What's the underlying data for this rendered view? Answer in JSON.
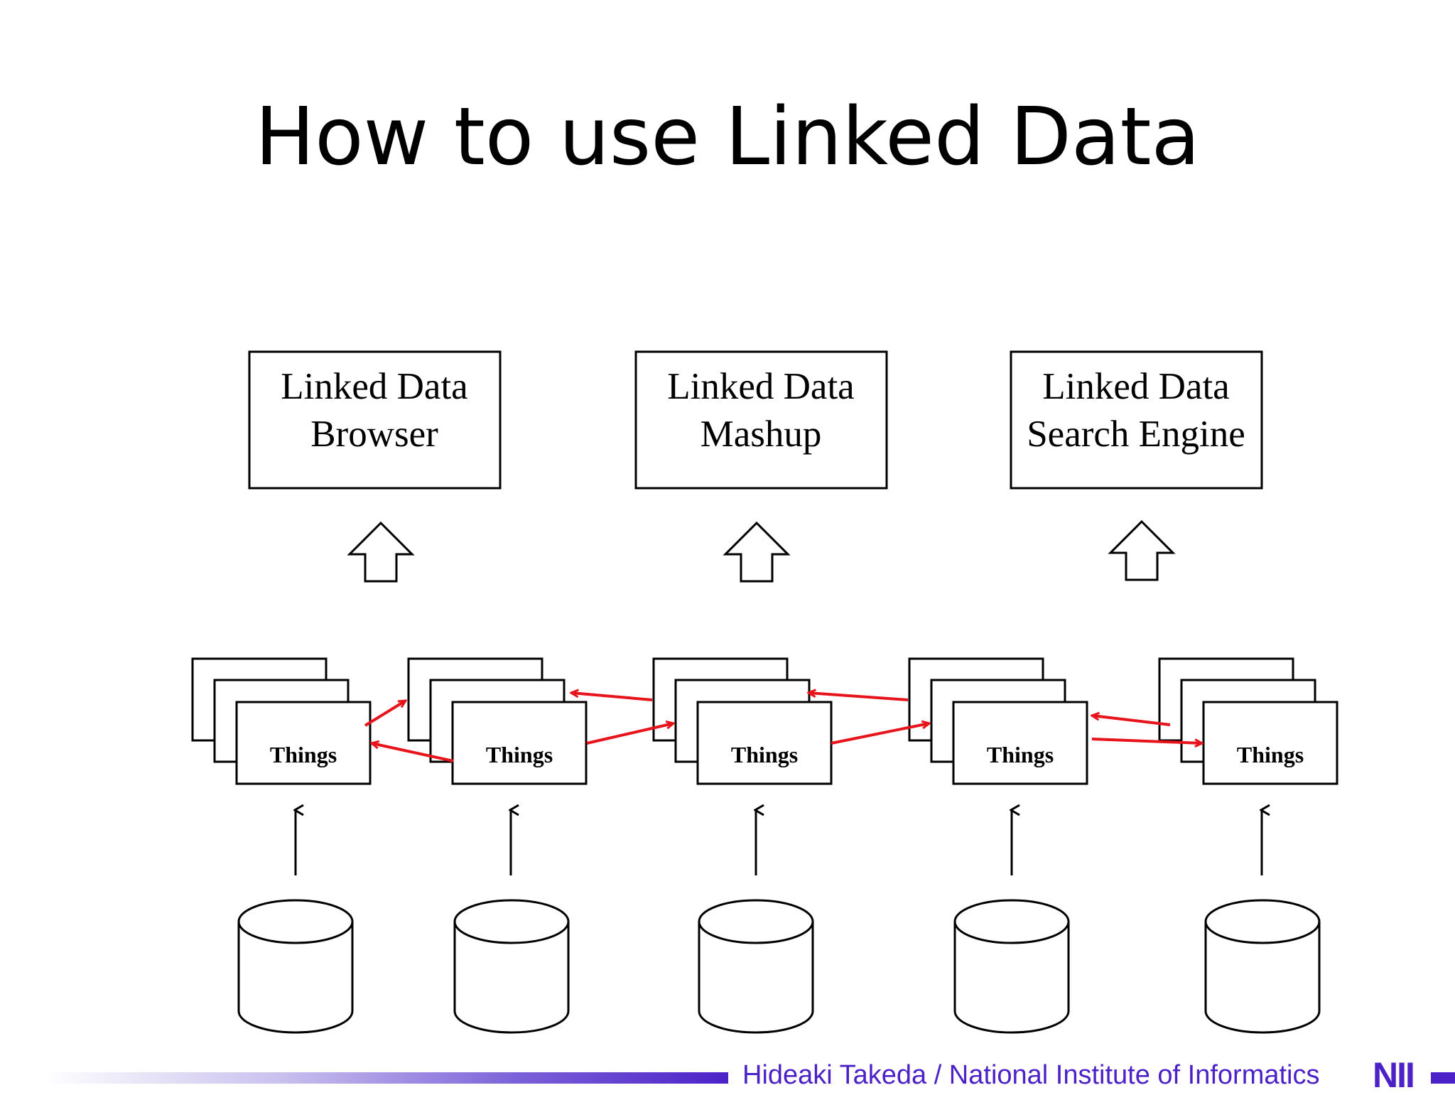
{
  "title": "How to use Linked Data",
  "applications": [
    {
      "line1": "Linked Data",
      "line2": "Browser"
    },
    {
      "line1": "Linked Data",
      "line2": "Mashup"
    },
    {
      "line1": "Linked Data",
      "line2": "Search Engine"
    }
  ],
  "things": [
    "Things",
    "Things",
    "Things",
    "Things",
    "Things"
  ],
  "footer": {
    "credit": "Hideaki Takeda / National Institute of Informatics",
    "logo": "NII"
  },
  "colors": {
    "link_arrow": "#e8141c",
    "footer_accent": "#4c22c8"
  }
}
